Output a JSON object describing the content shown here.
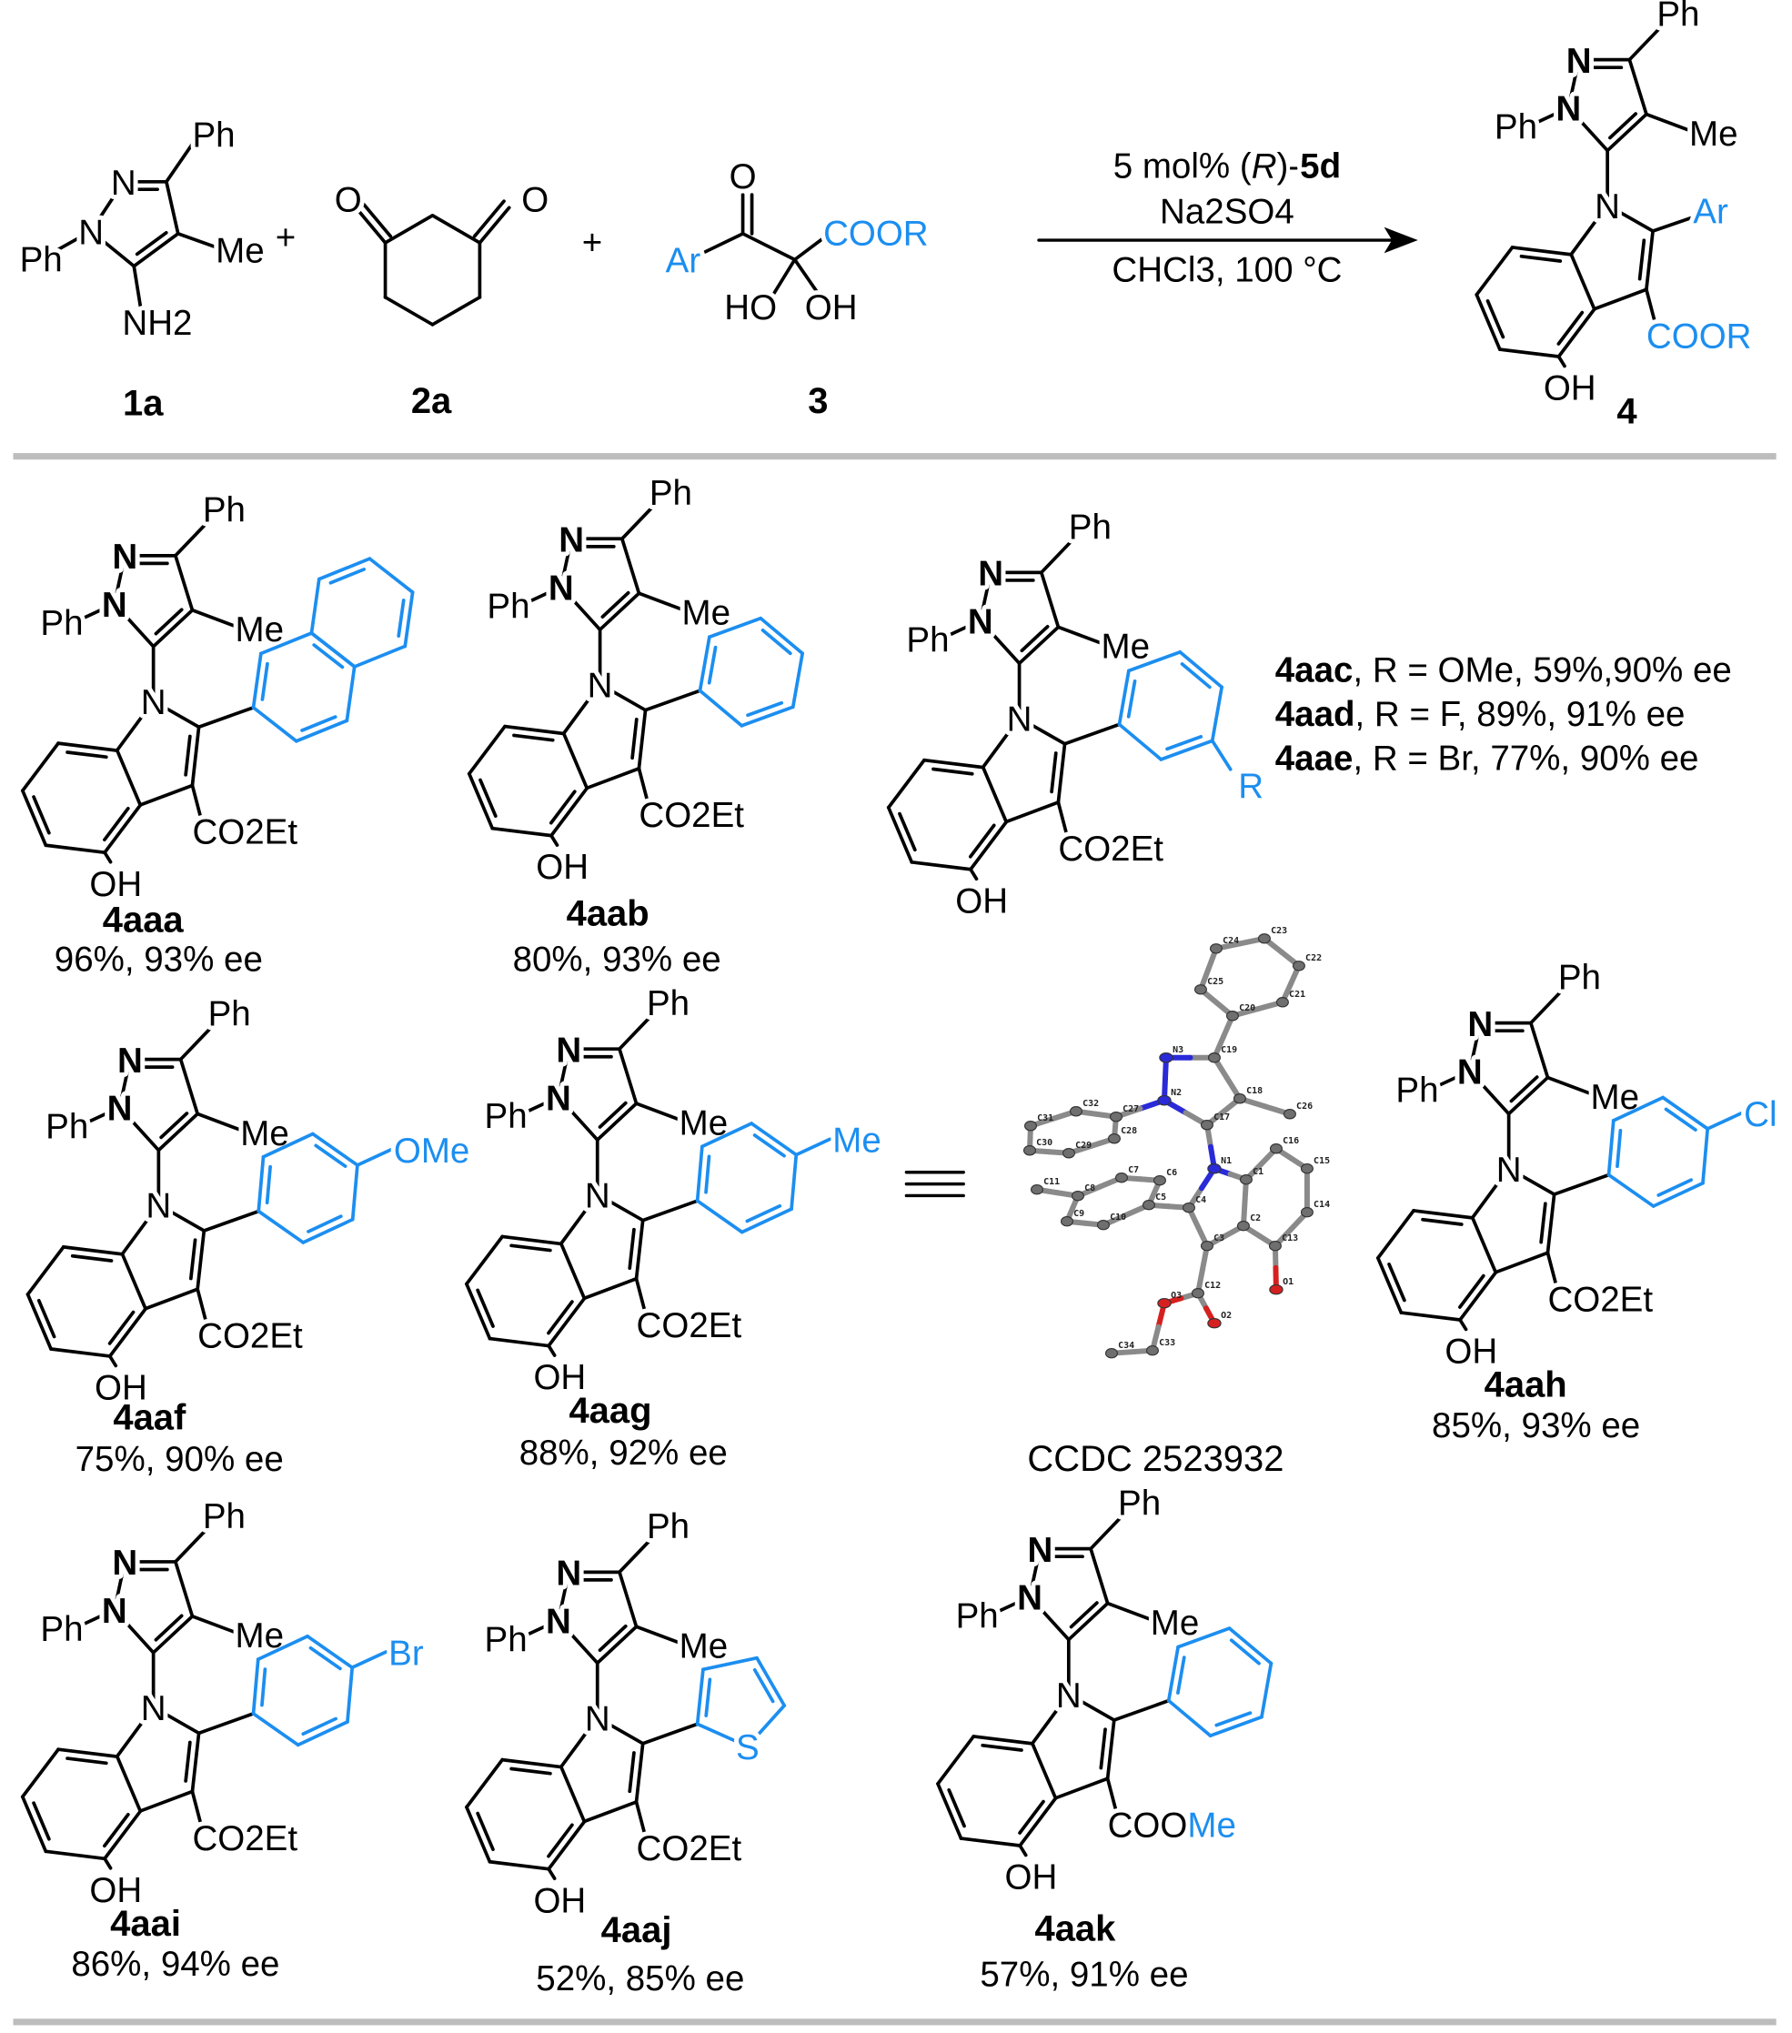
{
  "colors": {
    "accent": "#1c8ef0",
    "rule": "#bdbdbd",
    "nitrogen": "#2a2ad8",
    "oxygen": "#d62020"
  },
  "reaction": {
    "reactant_1a": {
      "id": "1a",
      "ph_top": "Ph",
      "ph_left": "Ph",
      "me": "Me",
      "amine": "NH2",
      "n1": "N",
      "n2": "N",
      "plus": "+"
    },
    "reactant_2a": {
      "id": "2a",
      "o_left": "O",
      "o_right": "O",
      "plus": "+"
    },
    "reactant_3": {
      "id": "3",
      "ar": "Ar",
      "o": "O",
      "ester": "COOR",
      "ho": "HO",
      "oh": "OH"
    },
    "conditions": {
      "catalyst_prefix": "5 mol% (",
      "catalyst_config": "R",
      "catalyst_mid": ")-",
      "catalyst_id": "5d",
      "additive": "Na2SO4",
      "solvent_temp": "CHCl3, 100 °C"
    },
    "product": {
      "id": "4",
      "ar": "Ar",
      "ester": "COOR"
    }
  },
  "common": {
    "ph": "Ph",
    "me": "Me",
    "n": "N",
    "oh": "OH",
    "ester": "CO2Et"
  },
  "compounds": {
    "4aaa": {
      "id": "4aaa",
      "yield": "96%, 93% ee"
    },
    "4aab": {
      "id": "4aab",
      "yield": "80%, 93% ee"
    },
    "4aac": {
      "sub": "R"
    },
    "4aaf": {
      "id": "4aaf",
      "yield": "75%, 90% ee",
      "sub": "OMe"
    },
    "4aag": {
      "id": "4aag",
      "yield": "88%, 92% ee",
      "sub": "Me"
    },
    "4aah": {
      "id": "4aah",
      "yield": "85%, 93% ee",
      "sub": "Cl"
    },
    "4aai": {
      "id": "4aai",
      "yield": "86%, 94% ee",
      "sub": "Br"
    },
    "4aaj": {
      "id": "4aaj",
      "yield": "52%, 85% ee",
      "sub": "S"
    },
    "4aak": {
      "id": "4aak",
      "yield": "57%, 91% ee",
      "ester_a": "COO",
      "ester_b": "Me"
    }
  },
  "meta_series": [
    {
      "id": "4aac",
      "text": ", R = OMe, 59%,90% ee"
    },
    {
      "id": "4aad",
      "text": ", R = F, 89%, 91% ee"
    },
    {
      "id": "4aae",
      "text": ", R = Br, 77%, 90% ee"
    }
  ],
  "crystal": {
    "caption": "CCDC 2523932",
    "atoms": [
      "C1",
      "C2",
      "C3",
      "C4",
      "C5",
      "C6",
      "C7",
      "C8",
      "C9",
      "C10",
      "C11",
      "C12",
      "C13",
      "C14",
      "C15",
      "C16",
      "C17",
      "C18",
      "C19",
      "C20",
      "C21",
      "C22",
      "C23",
      "C24",
      "C25",
      "C26",
      "C27",
      "C28",
      "C29",
      "C30",
      "C31",
      "C32",
      "C33",
      "C34",
      "N1",
      "N2",
      "N3",
      "O1",
      "O2",
      "O3"
    ]
  }
}
